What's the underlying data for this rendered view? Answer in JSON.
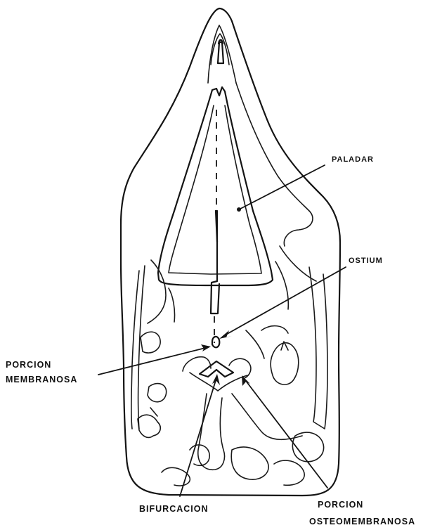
{
  "labels": {
    "paladar": "PALADAR",
    "ostium": "OSTIUM",
    "porcion_membranosa_line1": "PORCION",
    "porcion_membranosa_line2": "MEMBRANOSA",
    "porcion_osteomembranosa_line1": "PORCION",
    "porcion_osteomembranosa_line2": "OSTEOMEMBRANOSA",
    "bifurcacion": "BIFURCACION"
  }
}
